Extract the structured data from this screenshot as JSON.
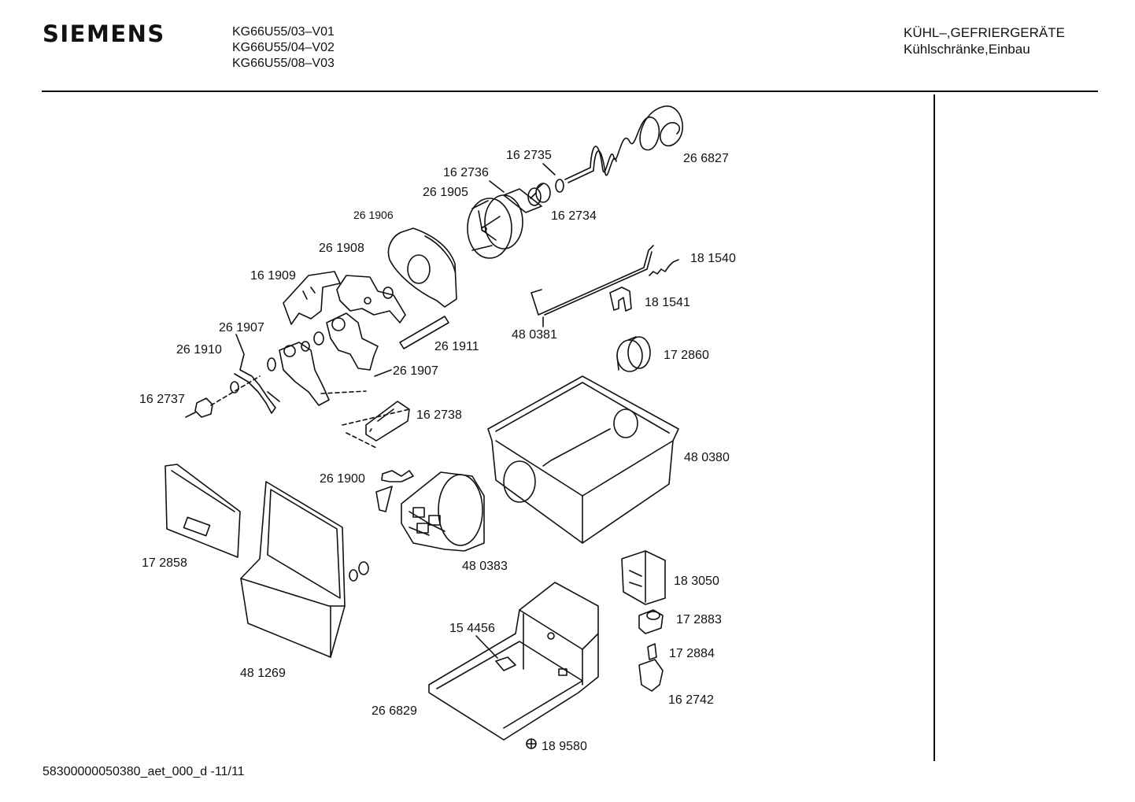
{
  "header": {
    "brand": "SIEMENS",
    "models": [
      "KG66U55/03–V01",
      "KG66U55/04–V02",
      "KG66U55/08–V03"
    ],
    "category_line1": "KÜHL–,GEFRIERGERÄTE",
    "category_line2": "Kühlschränke,Einbau"
  },
  "footer": {
    "doc_id": "58300000050380_aet_000_d -11/11"
  },
  "parts": [
    {
      "id": "p-266827",
      "label": "26 6827"
    },
    {
      "id": "p-162735",
      "label": "16 2735"
    },
    {
      "id": "p-162736",
      "label": "16 2736"
    },
    {
      "id": "p-261905",
      "label": "26 1905"
    },
    {
      "id": "p-162734",
      "label": "16 2734"
    },
    {
      "id": "p-261906",
      "label": "26 1906"
    },
    {
      "id": "p-261908",
      "label": "26 1908"
    },
    {
      "id": "p-161909",
      "label": "16 1909"
    },
    {
      "id": "p-181540",
      "label": "18 1540"
    },
    {
      "id": "p-181541",
      "label": "18 1541"
    },
    {
      "id": "p-261907a",
      "label": "26 1907"
    },
    {
      "id": "p-261911",
      "label": "26 1911"
    },
    {
      "id": "p-480381",
      "label": "48 0381"
    },
    {
      "id": "p-261910",
      "label": "26 1910"
    },
    {
      "id": "p-172860",
      "label": "17 2860"
    },
    {
      "id": "p-261907b",
      "label": "26 1907"
    },
    {
      "id": "p-162737",
      "label": "16 2737"
    },
    {
      "id": "p-162738",
      "label": "16 2738"
    },
    {
      "id": "p-480380",
      "label": "48 0380"
    },
    {
      "id": "p-261900",
      "label": "26 1900"
    },
    {
      "id": "p-172858",
      "label": "17 2858"
    },
    {
      "id": "p-480383",
      "label": "48 0383"
    },
    {
      "id": "p-183050",
      "label": "18 3050"
    },
    {
      "id": "p-172883",
      "label": "17 2883"
    },
    {
      "id": "p-154456",
      "label": "15 4456"
    },
    {
      "id": "p-172884",
      "label": "17 2884"
    },
    {
      "id": "p-481269",
      "label": "48 1269"
    },
    {
      "id": "p-162742",
      "label": "16 2742"
    },
    {
      "id": "p-266829",
      "label": "26 6829"
    },
    {
      "id": "p-189580",
      "label": "18 9580"
    }
  ]
}
